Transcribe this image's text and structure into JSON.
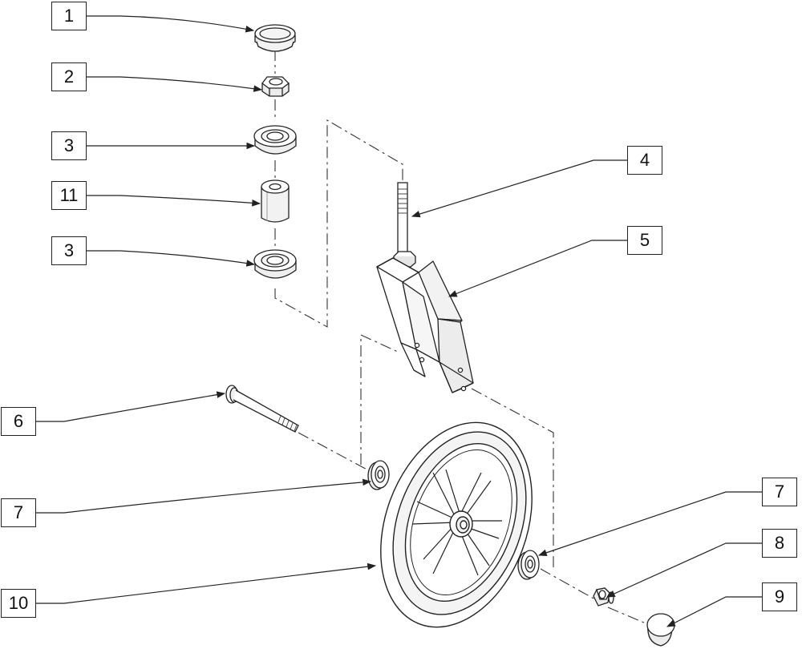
{
  "callouts": {
    "c1": "1",
    "c2": "2",
    "c3a": "3",
    "c11": "11",
    "c3b": "3",
    "c4": "4",
    "c5": "5",
    "c6": "6",
    "c7a": "7",
    "c7b": "7",
    "c8": "8",
    "c10": "10",
    "c9": "9"
  },
  "colors": {
    "line": "#222222",
    "part_fill": "#ffffff",
    "shade": "#e6e6e6"
  }
}
